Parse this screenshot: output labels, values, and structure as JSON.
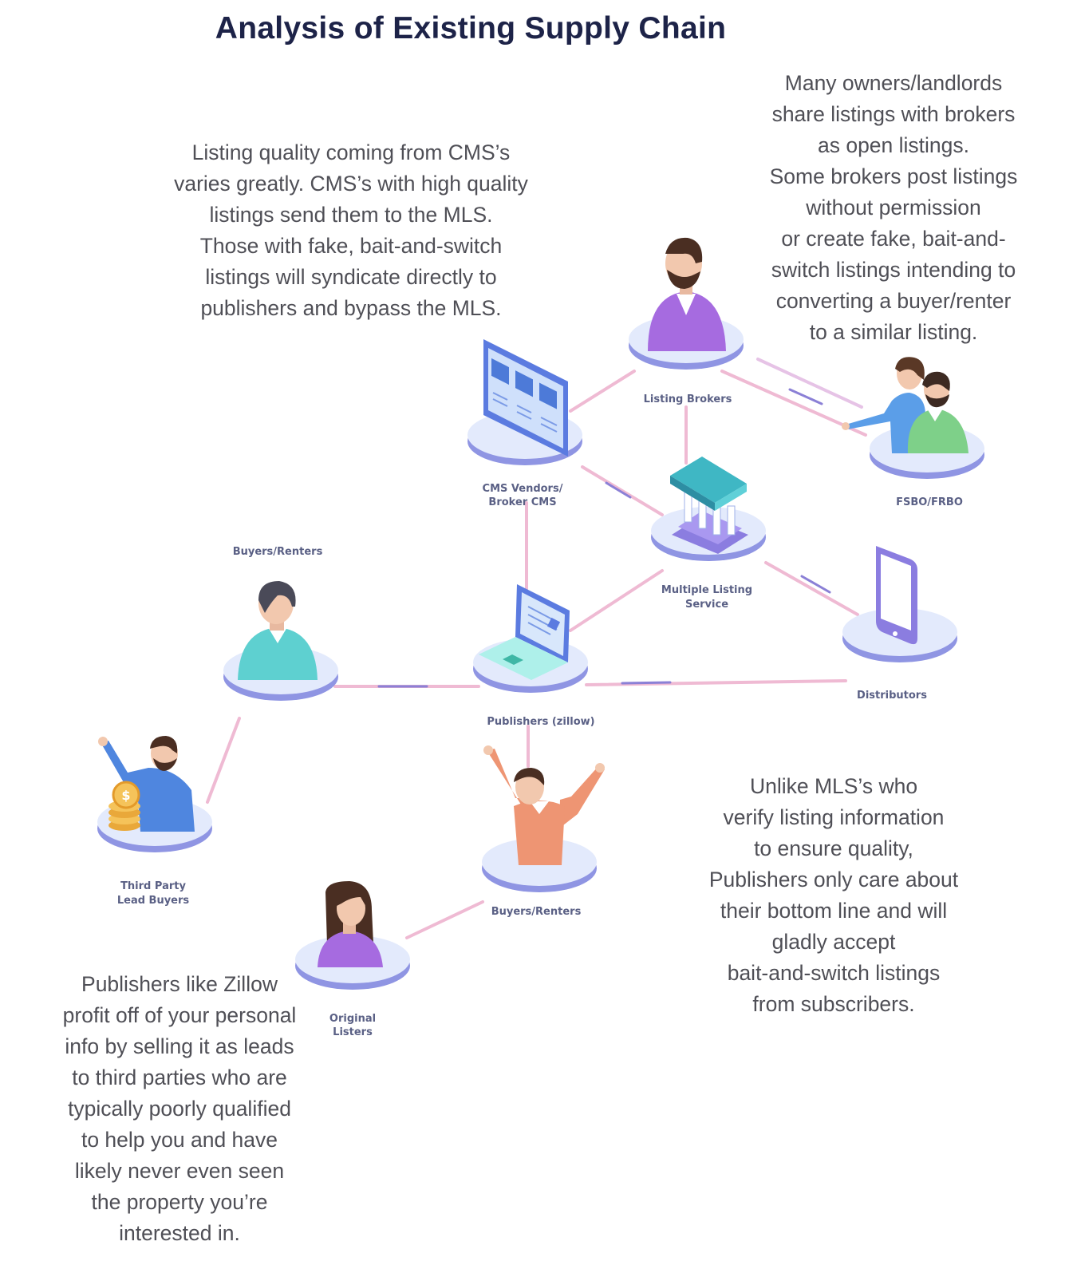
{
  "title": "Analysis of Existing Supply Chain",
  "notes": {
    "cms": [
      "Listing quality coming from CMS’s",
      "varies greatly. CMS’s with high quality",
      "listings send them to the MLS.",
      "Those with fake, bait-and-switch",
      "listings will syndicate directly to",
      "publishers and bypass the MLS."
    ],
    "owners": [
      "Many owners/landlords",
      "share listings with brokers",
      "as open listings.",
      "Some brokers post listings",
      "without permission",
      "or create fake, bait-and-",
      "switch listings  intending to",
      "converting a buyer/renter",
      "to a similar listing."
    ],
    "mls": [
      "Unlike MLS’s who",
      "verify listing information",
      "to ensure quality,",
      "Publishers only care about",
      "their bottom line and will",
      "gladly accept",
      "bait-and-switch listings",
      "from subscribers."
    ],
    "publishers": [
      "Publishers like Zillow",
      "profit off of your personal",
      "info by selling it as leads",
      "to third parties who are",
      "typically poorly qualified",
      "to help you and have",
      "likely never even seen",
      "the property you’re",
      "interested in."
    ]
  },
  "nodes": {
    "listing_brokers": {
      "label": [
        "Listing Brokers"
      ],
      "icon": "broker-person-icon"
    },
    "fsbo": {
      "label": [
        "FSBO/FRBO"
      ],
      "icon": "owners-couple-icon"
    },
    "cms": {
      "label": [
        "CMS Vendors/",
        "Broker CMS"
      ],
      "icon": "monitor-icon"
    },
    "mls": {
      "label": [
        "Multiple Listing",
        "Service"
      ],
      "icon": "bank-building-icon"
    },
    "buyers_left": {
      "label": [
        "Buyers/Renters"
      ],
      "icon": "buyer-person-icon"
    },
    "publishers": {
      "label": [
        "Publishers (zillow)"
      ],
      "icon": "laptop-icon"
    },
    "distributors": {
      "label": [
        "Distributors"
      ],
      "icon": "tablet-icon"
    },
    "third_party": {
      "label": [
        "Third Party",
        "Lead Buyers"
      ],
      "icon": "lead-buyer-coins-icon"
    },
    "buyers_bottom": {
      "label": [
        "Buyers/Renters"
      ],
      "icon": "cheering-person-icon"
    },
    "original_listers": {
      "label": [
        "Original",
        "Listers"
      ],
      "icon": "woman-lister-icon"
    }
  },
  "colors": {
    "title": "#1d2348",
    "text": "#4f4f56",
    "platform": "#dde6fb",
    "platform_edge": "#8f95e3",
    "link": "#f2b8d3",
    "link_dark": "#8d7bd6",
    "purple": "#a66be0",
    "teal": "#5ed0d0",
    "orange": "#ee9573",
    "blue": "#5b8fe0",
    "green": "#7ed089"
  }
}
